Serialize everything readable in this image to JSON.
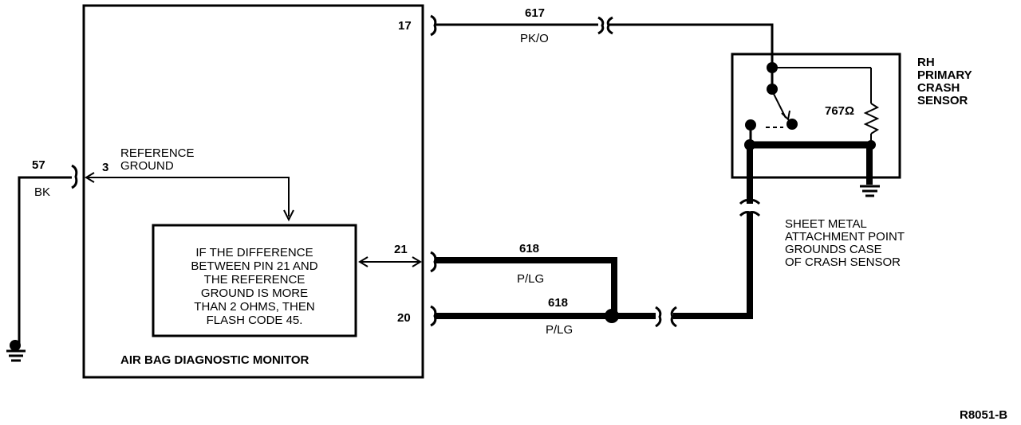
{
  "monitor": {
    "title": "AIR BAG DIAGNOSTIC MONITOR",
    "note_lines": [
      "IF THE DIFFERENCE",
      "BETWEEN PIN 21 AND",
      "THE REFERENCE",
      "GROUND IS MORE",
      "THAN 2 OHMS, THEN",
      "FLASH CODE 45."
    ],
    "pins": {
      "p17": "17",
      "p3": "3",
      "p21": "21",
      "p20": "20"
    },
    "reference_ground": [
      "REFERENCE",
      "GROUND"
    ]
  },
  "wires": {
    "w57": {
      "circuit": "57",
      "color": "BK"
    },
    "w617": {
      "circuit": "617",
      "color": "PK/O"
    },
    "w618a": {
      "circuit": "618",
      "color": "P/LG"
    },
    "w618b": {
      "circuit": "618",
      "color": "P/LG"
    }
  },
  "sensor": {
    "title_lines": [
      "RH",
      "PRIMARY",
      "CRASH",
      "SENSOR"
    ],
    "resistor": "767Ω"
  },
  "sheet_metal_note": [
    "SHEET METAL",
    "ATTACHMENT POINT",
    "GROUNDS CASE",
    "OF CRASH SENSOR"
  ],
  "figure_id": "R8051-B"
}
